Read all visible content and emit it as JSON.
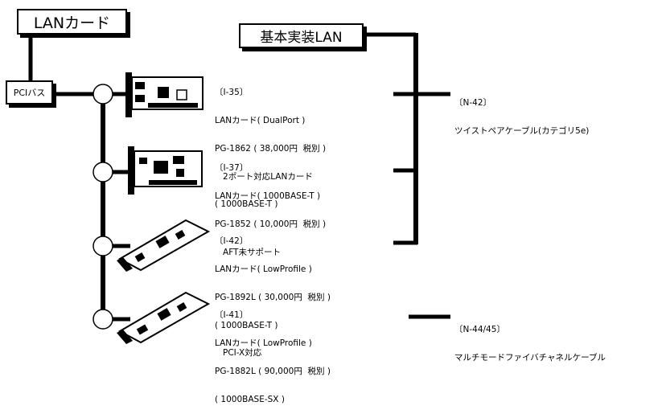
{
  "title_box": {
    "label": "LANカード"
  },
  "onboard_box": {
    "label": "基本実装LAN"
  },
  "bus_box": {
    "label": "PCIバス"
  },
  "cards": [
    {
      "lines": [
        "〔I-35〕",
        "LANカード( DualPort )",
        "PG-1862 ( 38,000円  税別 )",
        "   2ポート対応LANカード",
        "( 1000BASE-T )"
      ]
    },
    {
      "lines": [
        "〔I-37〕",
        "LANカード( 1000BASE-T )",
        "PG-1852 ( 10,000円  税別 )",
        "   AFT未サポート"
      ]
    },
    {
      "lines": [
        "〔I-42〕",
        "LANカード( LowProfile )",
        "PG-1892L ( 30,000円  税別 )",
        "( 1000BASE-T )",
        "   PCI-X対応"
      ]
    },
    {
      "lines": [
        "〔I-41〕",
        "LANカード( LowProfile )",
        "PG-1882L ( 90,000円  税別 )",
        "( 1000BASE-SX )"
      ]
    }
  ],
  "cables": [
    {
      "lines": [
        "〔N-42〕",
        "ツイストペアケーブル(カテゴリ5e)"
      ]
    },
    {
      "lines": [
        "〔N-44/45〕",
        "マルチモードファイバチャネルケーブル"
      ]
    }
  ]
}
